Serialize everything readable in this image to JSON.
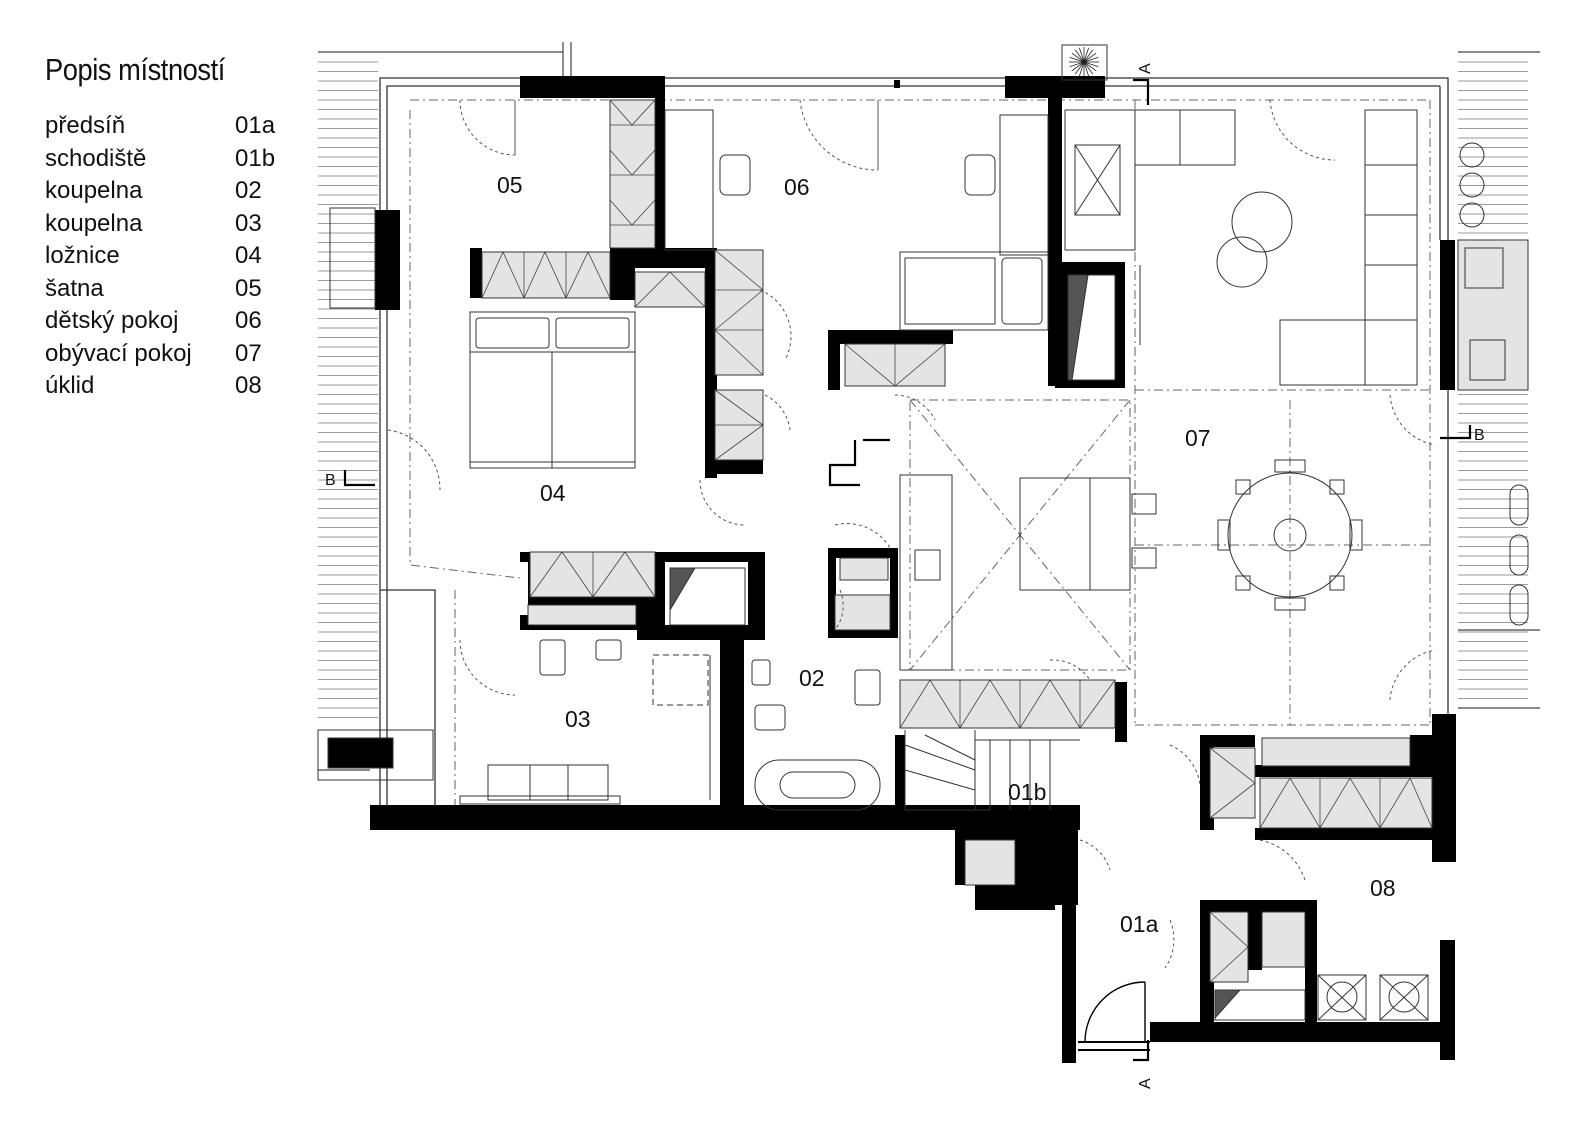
{
  "legend": {
    "title": "Popis místností",
    "rooms": [
      {
        "name": "předsíň",
        "code": "01a"
      },
      {
        "name": "schodiště",
        "code": "01b"
      },
      {
        "name": "koupelna",
        "code": "02"
      },
      {
        "name": "koupelna",
        "code": "03"
      },
      {
        "name": "ložnice",
        "code": "04"
      },
      {
        "name": "šatna",
        "code": "05"
      },
      {
        "name": "dětský pokoj",
        "code": "06"
      },
      {
        "name": "obývací pokoj",
        "code": "07"
      },
      {
        "name": "úklid",
        "code": "08"
      }
    ]
  },
  "plan": {
    "room_labels": {
      "r01a": "01a",
      "r01b": "01b",
      "r02": "02",
      "r03": "03",
      "r04": "04",
      "r05": "05",
      "r06": "06",
      "r07": "07",
      "r08": "08"
    },
    "section_markers": {
      "a": "A",
      "b": "B"
    },
    "colors": {
      "wall": "#000000",
      "cabinet": "#e4e4e4",
      "line": "#333333",
      "door": "#555555"
    }
  }
}
